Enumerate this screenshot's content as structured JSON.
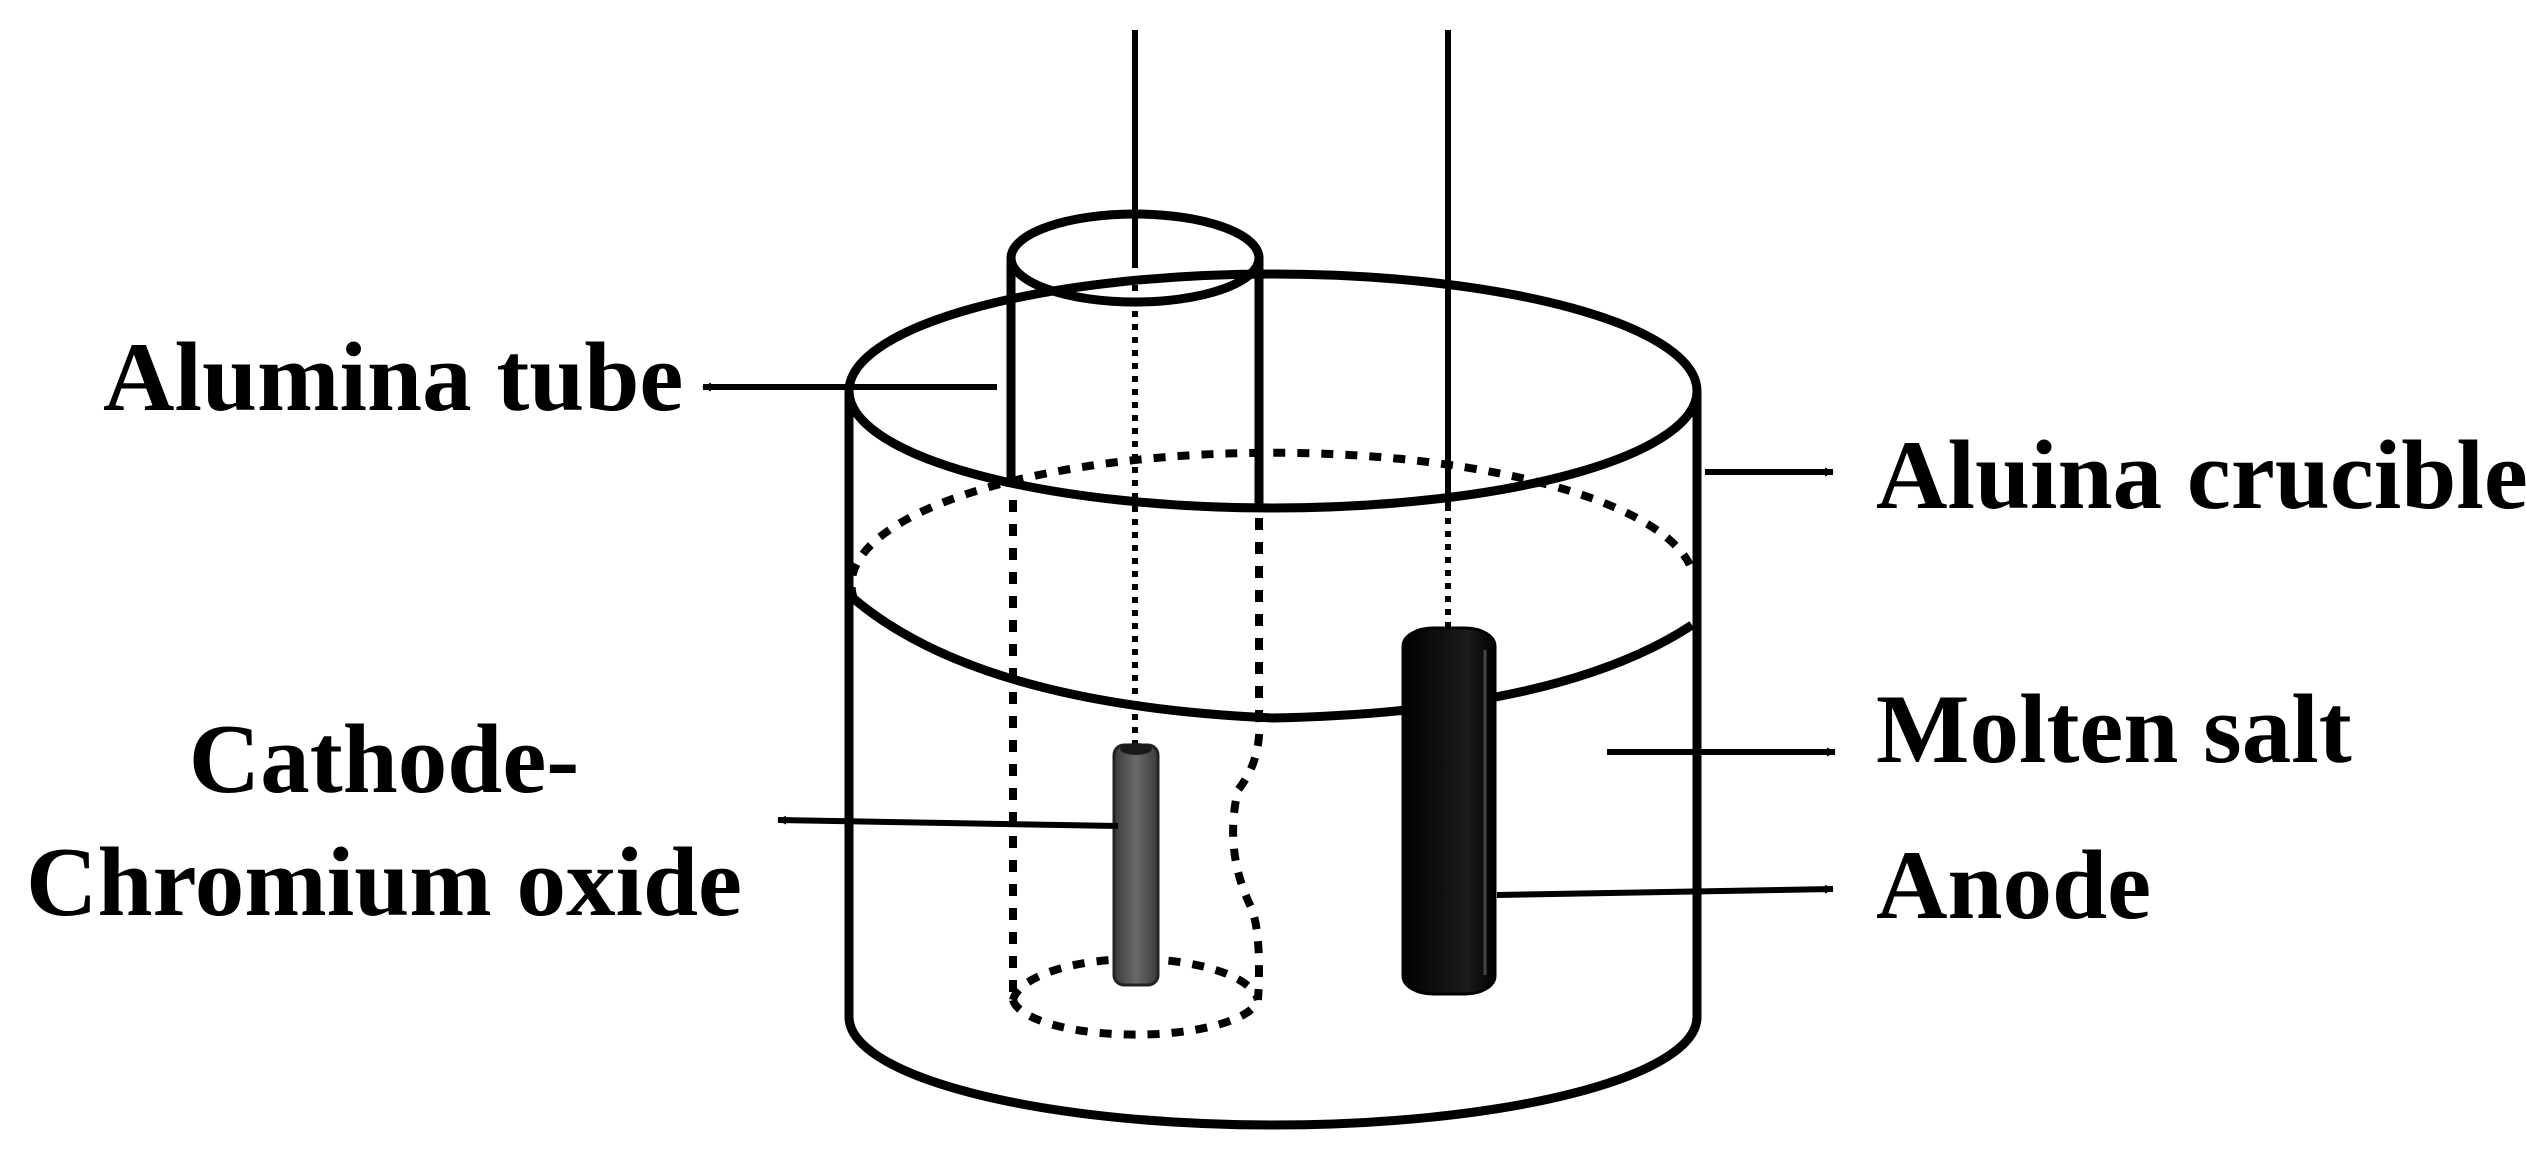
{
  "labels": {
    "alumina_tube": "Alumina tube",
    "crucible": "Aluina crucible",
    "molten_salt": "Molten salt",
    "anode": "Anode",
    "cathode_line1": "Cathode-",
    "cathode_line2": "Chromium oxide"
  },
  "colors": {
    "line": "#000000",
    "background": "#ffffff",
    "cathode_rod": "#555555",
    "anode_rod": "#111111"
  }
}
